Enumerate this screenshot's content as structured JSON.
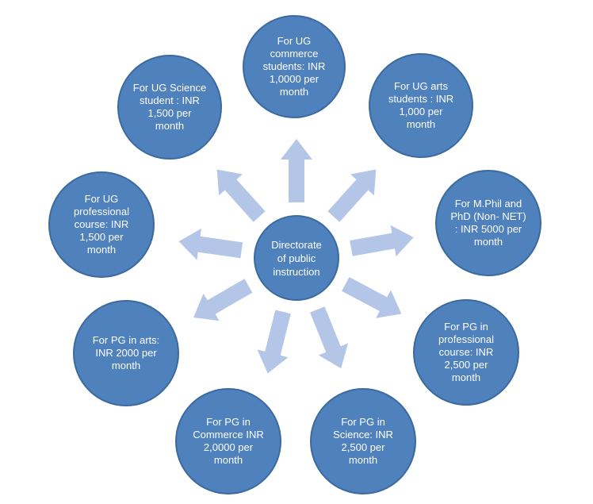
{
  "center": {
    "label": "Directorate\nof public\ninstruction"
  },
  "nodes": [
    {
      "id": "ug-commerce",
      "label": "For UG\ncommerce\nstudents: INR\n1,0000 per\nmonth"
    },
    {
      "id": "ug-arts",
      "label": "For UG arts\nstudents : INR\n1,000 per\nmonth"
    },
    {
      "id": "mphil-phd",
      "label": "For M.Phil and\nPhD (Non- NET)\n: INR 5000 per\nmonth"
    },
    {
      "id": "pg-professional",
      "label": "For PG in\nprofessional\ncourse: INR\n2,500 per\nmonth"
    },
    {
      "id": "pg-science",
      "label": "For PG in\nScience: INR\n2,500 per\nmonth"
    },
    {
      "id": "pg-commerce",
      "label": "For PG in\nCommerce INR\n2,0000 per\nmonth"
    },
    {
      "id": "pg-arts",
      "label": "For PG in arts:\nINR 2000 per\nmonth"
    },
    {
      "id": "ug-professional",
      "label": "For UG\nprofessional\ncourse: INR\n1,500 per\nmonth"
    },
    {
      "id": "ug-science",
      "label": "For UG Science\nstudent : INR\n1,500 per\nmonth"
    }
  ],
  "colors": {
    "node_fill": "#4f81bd",
    "node_border": "#3c6a9f",
    "arrow_fill": "#b4c6e7",
    "text": "#ffffff"
  }
}
